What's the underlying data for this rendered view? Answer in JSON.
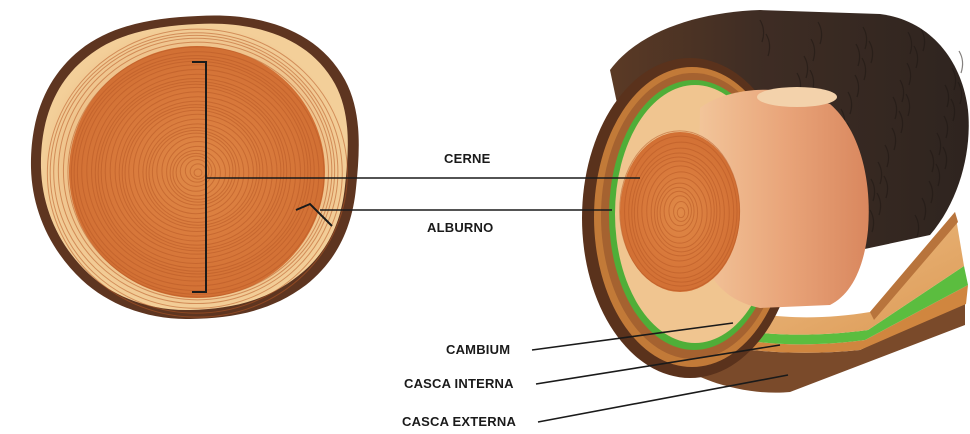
{
  "labels": {
    "cerne": "CERNE",
    "alburno": "ALBURNO",
    "cambium": "CAMBIUM",
    "casca_interna": "CASCA INTERNA",
    "casca_externa": "CASCA EXTERNA"
  },
  "colors": {
    "heartwood": "#d9793c",
    "sapwood": "#f1c48c",
    "cambium": "#4caf3a",
    "inner_bark": "#c8782e",
    "outer_bark": "#6b3e22",
    "bark_texture": "#3b2b22",
    "leader_line": "#1a1a1a"
  }
}
